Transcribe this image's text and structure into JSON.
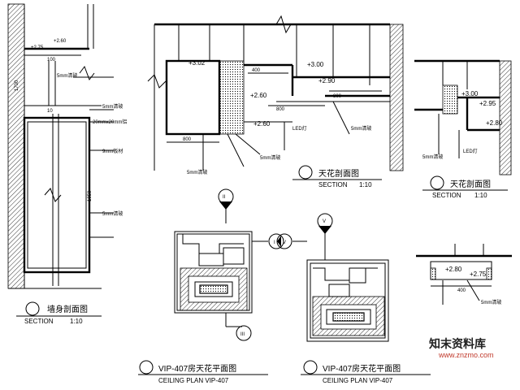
{
  "colors": {
    "line": "#000000",
    "watermark": "#222222",
    "watermark_url": "#c0392b",
    "background": "#ffffff"
  },
  "section1": {
    "title_cn": "墙身剖面图",
    "section_label": "SECTION",
    "scale": "1:10",
    "elev_a": "+2.75",
    "elev_b": "+2.60",
    "dim_a": "100",
    "dim_b": "1700",
    "dim_c": "1050",
    "dim_d": "10",
    "note_a": "5mm清玻",
    "note_b": "5mm清玻",
    "note_c": "20mmx20mm铝",
    "note_d": "9mm板材",
    "note_e": "5mm清玻"
  },
  "section2": {
    "title_cn": "天花剖面图",
    "section_label": "SECTION",
    "scale": "1:10",
    "elev_a": "+3.02",
    "elev_b": "+3.00",
    "elev_c": "+2.90",
    "elev_d": "+2.60",
    "elev_e": "+2.60",
    "dim_a": "400",
    "dim_b": "800",
    "dim_c": "800",
    "dim_d": "800",
    "led": "LED灯",
    "note_a": "5mm清玻",
    "note_b": "5mm清玻",
    "note_c": "5mm清玻"
  },
  "section3": {
    "title_cn": "天花剖面图",
    "section_label": "SECTION",
    "scale": "1:10",
    "elev_a": "+3.00",
    "elev_b": "+2.95",
    "elev_c": "+2.80",
    "led": "LED灯",
    "note_a": "5mm清玻"
  },
  "section4": {
    "elev_a": "+2.80",
    "elev_b": "+2.75",
    "dim_a": "400",
    "note_a": "5mm清玻"
  },
  "plan1": {
    "title_cn": "VIP-407房天花平面图",
    "subtitle": "CEILING PLAN VIP-407"
  },
  "plan2": {
    "title_cn": "VIP-407房天花平面图",
    "subtitle": "CEILING PLAN VIP-407"
  },
  "markers": {
    "m1": "II",
    "m2": "V",
    "m3": "I",
    "m4": "III",
    "m5": "V"
  },
  "watermark": {
    "text": "知末资料库",
    "url": "www.znzmo.com"
  }
}
